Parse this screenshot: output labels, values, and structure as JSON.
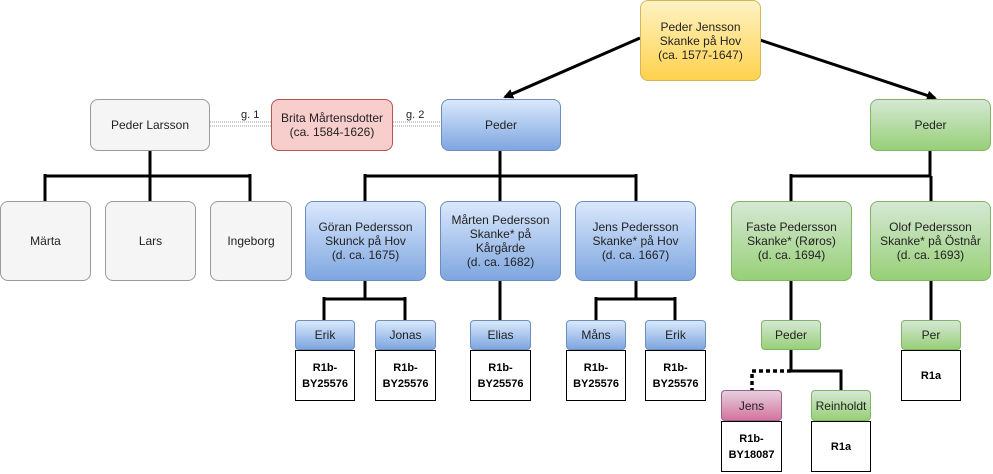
{
  "people": {
    "root": "Peder Jensson\nSkanke på Hov\n(ca. 1577-1647)",
    "peder_larsson": "Peder Larsson",
    "brita": "Brita Mårtensdotter\n(ca. 1584-1626)",
    "peder_blue": "Peder",
    "peder_green": "Peder",
    "marta": "Märta",
    "lars": "Lars",
    "ingeborg": "Ingeborg",
    "goran": "Göran Pedersson\nSkunck på Hov\n(d. ca. 1675)",
    "marten": "Mårten Pedersson\nSkanke* på\nKårgårde\n(d. ca. 1682)",
    "jens_p": "Jens Pedersson\nSkanke* på Hov\n(d. ca. 1667)",
    "faste": "Faste Pedersson\nSkanke* (Røros)\n(d. ca. 1694)",
    "olof": "Olof Pedersson\nSkanke* på Östnår\n(d. ca. 1693)",
    "erik1": "Erik",
    "jonas": "Jonas",
    "elias": "Elias",
    "mans": "Måns",
    "erik2": "Erik",
    "peder_small": "Peder",
    "per": "Per",
    "jens_small": "Jens",
    "reinholdt": "Reinholdt"
  },
  "haplogroups": {
    "erik1": "R1b-\nBY25576",
    "jonas": "R1b-\nBY25576",
    "elias": "R1b-\nBY25576",
    "mans": "R1b-\nBY25576",
    "erik2": "R1b-\nBY25576",
    "per": "R1a",
    "jens": "R1b-\nBY18087",
    "reinholdt": "R1a"
  },
  "marriage_labels": {
    "first": "g. 1",
    "second": "g. 2"
  },
  "colors": {
    "root": "#ffd966",
    "blue_line": "#7ea6e0",
    "green_line": "#97d077",
    "spouse": "#f8cecc",
    "jens_line": "#d5739d",
    "neutral": "#f5f5f5"
  }
}
